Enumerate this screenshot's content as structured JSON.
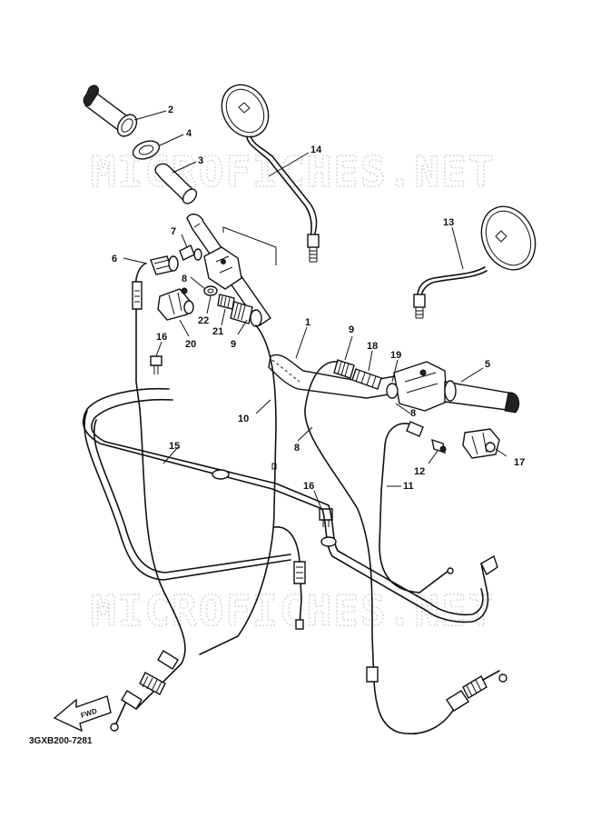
{
  "watermark": "MICROFICHES.NET",
  "diagram_code": "3GXB200-7281",
  "fwd_label": "FWD",
  "callouts": [
    {
      "id": "c1",
      "text": "1"
    },
    {
      "id": "c2",
      "text": "2"
    },
    {
      "id": "c3",
      "text": "3"
    },
    {
      "id": "c4",
      "text": "4"
    },
    {
      "id": "c5",
      "text": "5"
    },
    {
      "id": "c6",
      "text": "6"
    },
    {
      "id": "c7",
      "text": "7"
    },
    {
      "id": "c8a",
      "text": "8"
    },
    {
      "id": "c8b",
      "text": "8"
    },
    {
      "id": "c8c",
      "text": "8"
    },
    {
      "id": "c9a",
      "text": "9"
    },
    {
      "id": "c9b",
      "text": "9"
    },
    {
      "id": "c10",
      "text": "10"
    },
    {
      "id": "c11",
      "text": "11"
    },
    {
      "id": "c12",
      "text": "12"
    },
    {
      "id": "c13",
      "text": "13"
    },
    {
      "id": "c14",
      "text": "14"
    },
    {
      "id": "c15",
      "text": "15"
    },
    {
      "id": "c16a",
      "text": "16"
    },
    {
      "id": "c16b",
      "text": "16"
    },
    {
      "id": "c17",
      "text": "17"
    },
    {
      "id": "c18",
      "text": "18"
    },
    {
      "id": "c19",
      "text": "19"
    },
    {
      "id": "c20",
      "text": "20"
    },
    {
      "id": "c21",
      "text": "21"
    },
    {
      "id": "c22",
      "text": "22"
    }
  ]
}
